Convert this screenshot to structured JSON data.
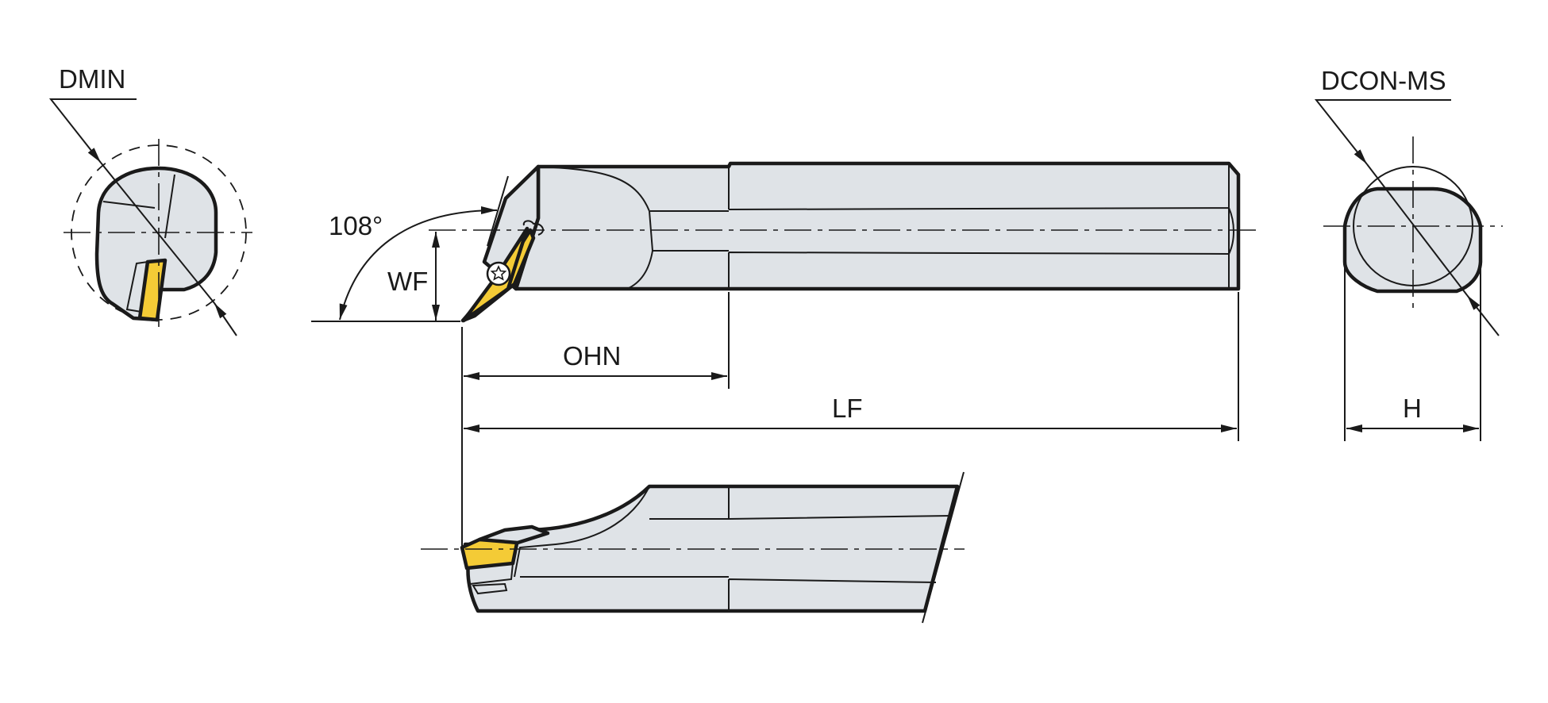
{
  "labels": {
    "dmin": "DMIN",
    "dcon": "DCON-MS",
    "angle": "108°",
    "wf": "WF",
    "ohn": "OHN",
    "lf": "LF",
    "h": "H"
  },
  "colors": {
    "body": "#dfe3e7",
    "insert": "#f4cb36",
    "line": "#1a1a1a"
  }
}
